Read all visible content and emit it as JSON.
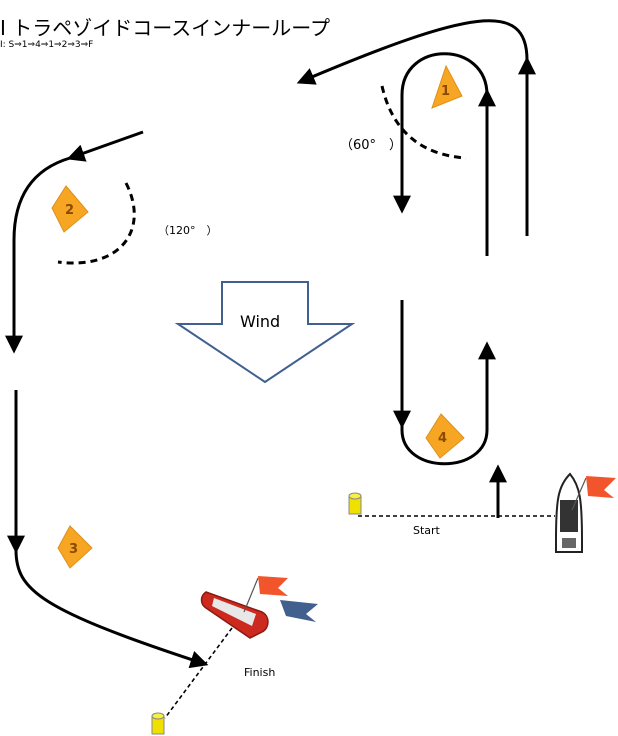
{
  "diagram": {
    "title": "Ⅰ トラペゾイドコースインナーループ",
    "route": "Ⅰ: S⇒1⇒4⇒1⇒2⇒3⇒F",
    "angle_mark1": "（60°　）",
    "angle_mark2": "（120°　）",
    "wind_label": "Wind",
    "start_label": "Start",
    "finish_label": "Finish",
    "marks": [
      "1",
      "2",
      "3",
      "4"
    ],
    "colors": {
      "mark": "#f6a623",
      "wind_arrow": "#41608e",
      "committee_boat": "#cc2a1e",
      "flag": "#f2552b",
      "buoy": "#f0e000"
    }
  }
}
